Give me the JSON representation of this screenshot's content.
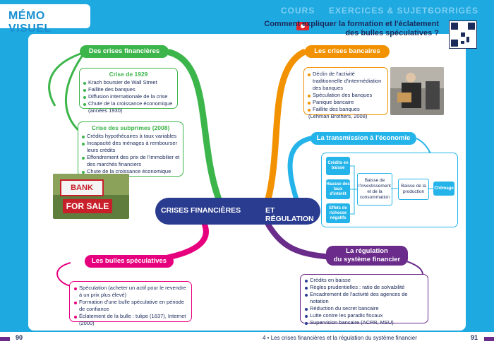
{
  "header": {
    "memo_label": "MÉMO VISUEL",
    "tabs": [
      "COURS",
      "EXERCICES & SUJETS",
      "CORRIGÉS"
    ],
    "question_line1": "Comment expliquer la formation et l'éclatement",
    "question_line2": "des bulles spéculatives ?"
  },
  "center": {
    "left": "CRISES FINANCIÈRES",
    "right": "ET RÉGULATION"
  },
  "branches": {
    "crises_financieres": {
      "title": "Des crises financières",
      "crise1929": {
        "title": "Crise de 1929",
        "items": [
          "Krach boursier de Wall Street",
          "Faillite des banques",
          "Diffusion internationale de la crise",
          "Chute de la croissance économique (années 1930)"
        ]
      },
      "subprimes": {
        "title": "Crise des subprimes (2008)",
        "items": [
          "Crédits hypothécaires à taux variables",
          "Incapacité des ménages à rembourser leurs crédits",
          "Effondrement des prix de l'immobilier et des marchés financiers",
          "Chute de la croissance économique"
        ]
      },
      "photo_sign1": "BANK OWNED",
      "photo_sign2": "FOR SALE"
    },
    "bulles": {
      "title": "Les bulles spéculatives",
      "items": [
        "Spéculation (acheter un actif pour le revendre à un prix plus élevé)",
        "Formation d'une bulle spéculative en période de confiance",
        "Éclatement de la bulle : tulipe (1637), Internet (2000)"
      ]
    },
    "crises_bancaires": {
      "title": "Les crises bancaires",
      "items": [
        "Déclin de l'activité traditionnelle d'intermédiation des banques",
        "Spéculation des banques",
        "Panique bancaire",
        "Faillite des banques"
      ],
      "note": "(Lehman Brothers, 2008)"
    },
    "transmission": {
      "title": "La transmission à l'économie réelle",
      "causes": [
        "Crédits en baisse",
        "Hausse des taux d'intérêt",
        "Effets de richesse négatifs"
      ],
      "step1": "Baisse de l'investissement et de la consommation",
      "step2": "Baisse de la production",
      "result": "Chômage"
    },
    "regulation": {
      "title_line1": "La régulation",
      "title_line2": "du système financier",
      "items": [
        "Crédits en baisse",
        "Règles prudentielles : ratio de solvabilité",
        "Encadrement de l'activité des agences de notation",
        "Réduction du secret bancaire",
        "Lutte contre les paradis fiscaux",
        "Supervision bancaire (ACPR, MSU)"
      ]
    }
  },
  "footer": {
    "page_left": "90",
    "page_right": "91",
    "chapter": "4 • Les crises financières et la régulation du système financier"
  },
  "colors": {
    "green": "#3cb54a",
    "orange": "#f39200",
    "blue": "#25b4ea",
    "purple": "#6a2b8a",
    "pink": "#e6007e",
    "navy": "#2a3c8f"
  }
}
